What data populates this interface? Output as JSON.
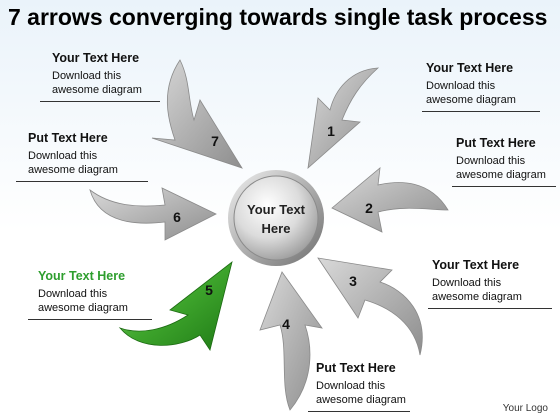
{
  "title": "7 arrows converging towards single task process",
  "center": {
    "line1": "Your Text",
    "line2": "Here"
  },
  "colors": {
    "accent_green": "#3a9e2a",
    "arrow_gray": "#a8a8a8"
  },
  "arrows": [
    {
      "number": "1",
      "highlight": false
    },
    {
      "number": "2",
      "highlight": false
    },
    {
      "number": "3",
      "highlight": false
    },
    {
      "number": "4",
      "highlight": false
    },
    {
      "number": "5",
      "highlight": true
    },
    {
      "number": "6",
      "highlight": false
    },
    {
      "number": "7",
      "highlight": false
    }
  ],
  "labels": {
    "top_left": {
      "title": "Your Text Here",
      "desc1": "Download this",
      "desc2": "awesome diagram"
    },
    "top_right": {
      "title": "Your Text Here",
      "desc1": "Download this",
      "desc2": "awesome diagram"
    },
    "mid_left": {
      "title": "Put Text Here",
      "desc1": "Download this",
      "desc2": "awesome diagram"
    },
    "mid_right": {
      "title": "Put Text Here",
      "desc1": "Download this",
      "desc2": "awesome diagram"
    },
    "low_left": {
      "title": "Your Text Here",
      "desc1": "Download this",
      "desc2": "awesome diagram"
    },
    "low_right": {
      "title": "Your Text Here",
      "desc1": "Download this",
      "desc2": "awesome diagram"
    },
    "bottom": {
      "title": "Put Text Here",
      "desc1": "Download this",
      "desc2": "awesome diagram"
    }
  },
  "logo": "Your Logo"
}
